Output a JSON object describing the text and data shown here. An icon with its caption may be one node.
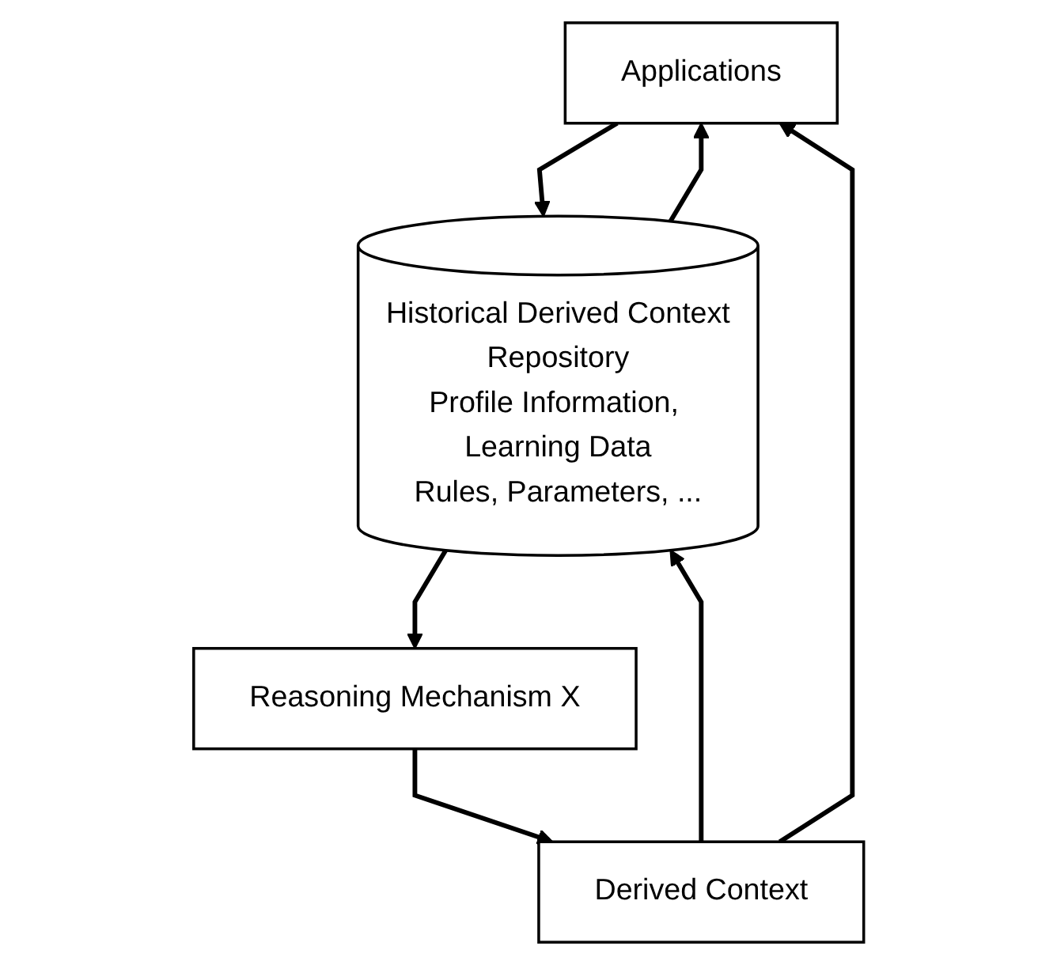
{
  "diagram": {
    "nodes": [
      {
        "text": [
          "Applications"
        ]
      },
      {
        "text": [
          "Derived Context"
        ]
      },
      {
        "text": [
          "Historical Derived Context",
          "Repository",
          "Profile Information, Learning Data",
          "Rules, Parameters, ..."
        ]
      },
      {
        "text": [
          "Reasoning Mechanism X"
        ]
      }
    ],
    "edges": [
      {
        "from": 1,
        "to": 0,
        "arrow": "to"
      },
      {
        "from": 0,
        "to": 2,
        "arrow": "to"
      },
      {
        "from": 2,
        "to": 0,
        "arrow": "to"
      },
      {
        "from": 1,
        "to": 2,
        "arrow": "to"
      },
      {
        "from": 2,
        "to": 3,
        "arrow": "to"
      },
      {
        "from": 3,
        "to": 1,
        "arrow": "to"
      }
    ]
  }
}
